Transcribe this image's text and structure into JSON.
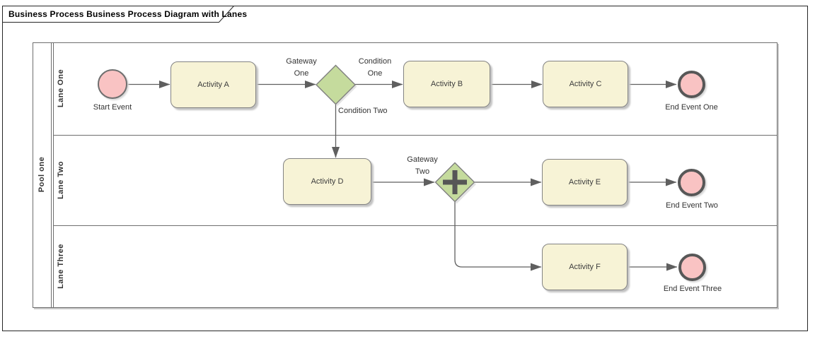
{
  "diagram_title": "Business Process Business Process Diagram with Lanes",
  "pool": {
    "label": "Pool one",
    "lanes": [
      "Lane One",
      "Lane Two",
      "Lane Three"
    ]
  },
  "nodes": {
    "start_event": {
      "label": "Start Event",
      "type": "start-event"
    },
    "activity_a": {
      "label": "Activity A",
      "type": "activity"
    },
    "activity_b": {
      "label": "Activity B",
      "type": "activity"
    },
    "activity_c": {
      "label": "Activity C",
      "type": "activity"
    },
    "activity_d": {
      "label": "Activity D",
      "type": "activity"
    },
    "activity_e": {
      "label": "Activity E",
      "type": "activity"
    },
    "activity_f": {
      "label": "Activity F",
      "type": "activity"
    },
    "gateway_one": {
      "label": "Gateway One",
      "type": "exclusive-gateway"
    },
    "gateway_two": {
      "label": "Gateway Two",
      "type": "parallel-gateway"
    },
    "end_event_one": {
      "label": "End Event One",
      "type": "end-event"
    },
    "end_event_two": {
      "label": "End Event Two",
      "type": "end-event"
    },
    "end_event_three": {
      "label": "End Event Three",
      "type": "end-event"
    }
  },
  "edge_labels": {
    "condition_one": "Condition One",
    "condition_two": "Condition Two"
  },
  "colors": {
    "activity_fill": "#f7f3d6",
    "gateway_fill": "#c5db9d",
    "event_fill": "#f9c3c3",
    "node_border": "#808080",
    "end_event_border": "#575757",
    "connector": "#5f5f5f",
    "lane_border": "#6e6e6e",
    "shadow": "#c2c2c2"
  }
}
